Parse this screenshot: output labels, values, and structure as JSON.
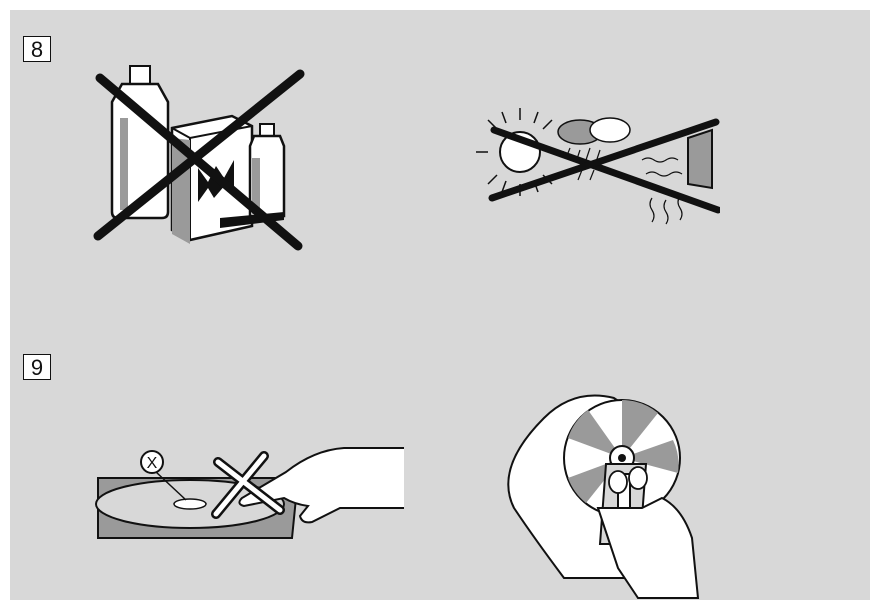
{
  "figures": {
    "fig8": {
      "label": "8"
    },
    "fig9": {
      "label": "9"
    }
  },
  "illustrations": {
    "cleaning_products": {
      "icon": "chemical-bottles-crossed-icon"
    },
    "weather_heat": {
      "icon": "sun-rain-heat-crossed-icon"
    },
    "disc_surface": {
      "icon": "hand-touching-disc-crossed-icon",
      "marker": "X"
    },
    "disc_wipe": {
      "icon": "hand-wiping-disc-icon"
    }
  },
  "colors": {
    "background": "#d8d8d8",
    "ink": "#111111",
    "fill": "#ffffff",
    "shade": "#9a9a9a"
  }
}
